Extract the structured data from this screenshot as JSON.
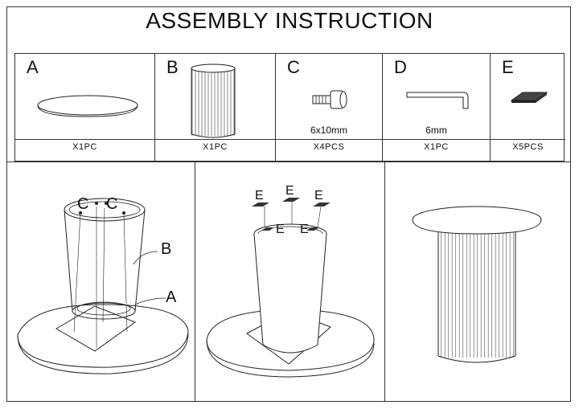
{
  "title": "ASSEMBLY INSTRUCTION",
  "parts": [
    {
      "letter": "A",
      "spec": "",
      "qty": "X1PC"
    },
    {
      "letter": "B",
      "spec": "",
      "qty": "X1PC"
    },
    {
      "letter": "C",
      "spec": "6x10mm",
      "qty": "X4PCS"
    },
    {
      "letter": "D",
      "spec": "6mm",
      "qty": "X1PC"
    },
    {
      "letter": "E",
      "spec": "",
      "qty": "X5PCS"
    }
  ],
  "step1": {
    "label_c1": "C",
    "label_c2": "C",
    "label_b": "B",
    "label_a": "A"
  },
  "step2": {
    "label_e1": "E",
    "label_e2": "E",
    "label_e3": "E",
    "label_e4": "E",
    "label_e5": "E"
  }
}
